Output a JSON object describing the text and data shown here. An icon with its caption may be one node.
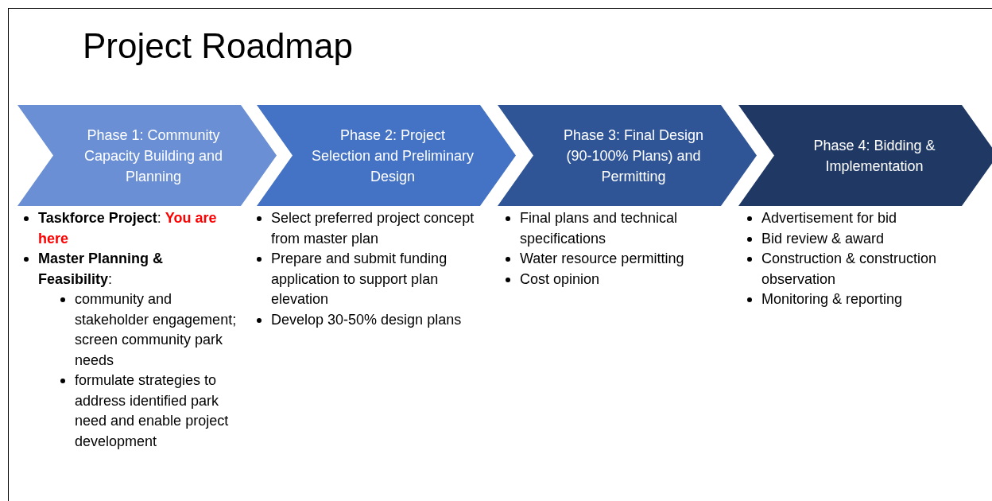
{
  "diagram": {
    "title": "Project Roadmap",
    "nodes": [
      {
        "text": [
          "Phase 1: Community Capacity Building and Planning"
        ]
      },
      {
        "text": [
          "Phase 2: Project Selection and Preliminary Design"
        ]
      },
      {
        "text": [
          "Phase 3: Final Design (90-100% Plans) and Permitting"
        ]
      },
      {
        "text": [
          "Phase 4: Bidding & Implementation"
        ]
      }
    ],
    "labels": [
      "**Taskforce Project**:",
      "You are here",
      "**Master Planning & Feasibility**:",
      "community and stakeholder engagement; screen community park needs",
      "formulate strategies to address identified park need and enable project development",
      "Select preferred project concept from master plan",
      "Prepare and submit funding application to support plan elevation",
      "Develop 30-50% design plans",
      "Final plans and technical specifications",
      "Water resource permitting",
      "Cost opinion",
      "Advertisement for bid",
      "Bid review & award",
      "Construction & construction observation",
      "Monitoring & reporting"
    ]
  }
}
